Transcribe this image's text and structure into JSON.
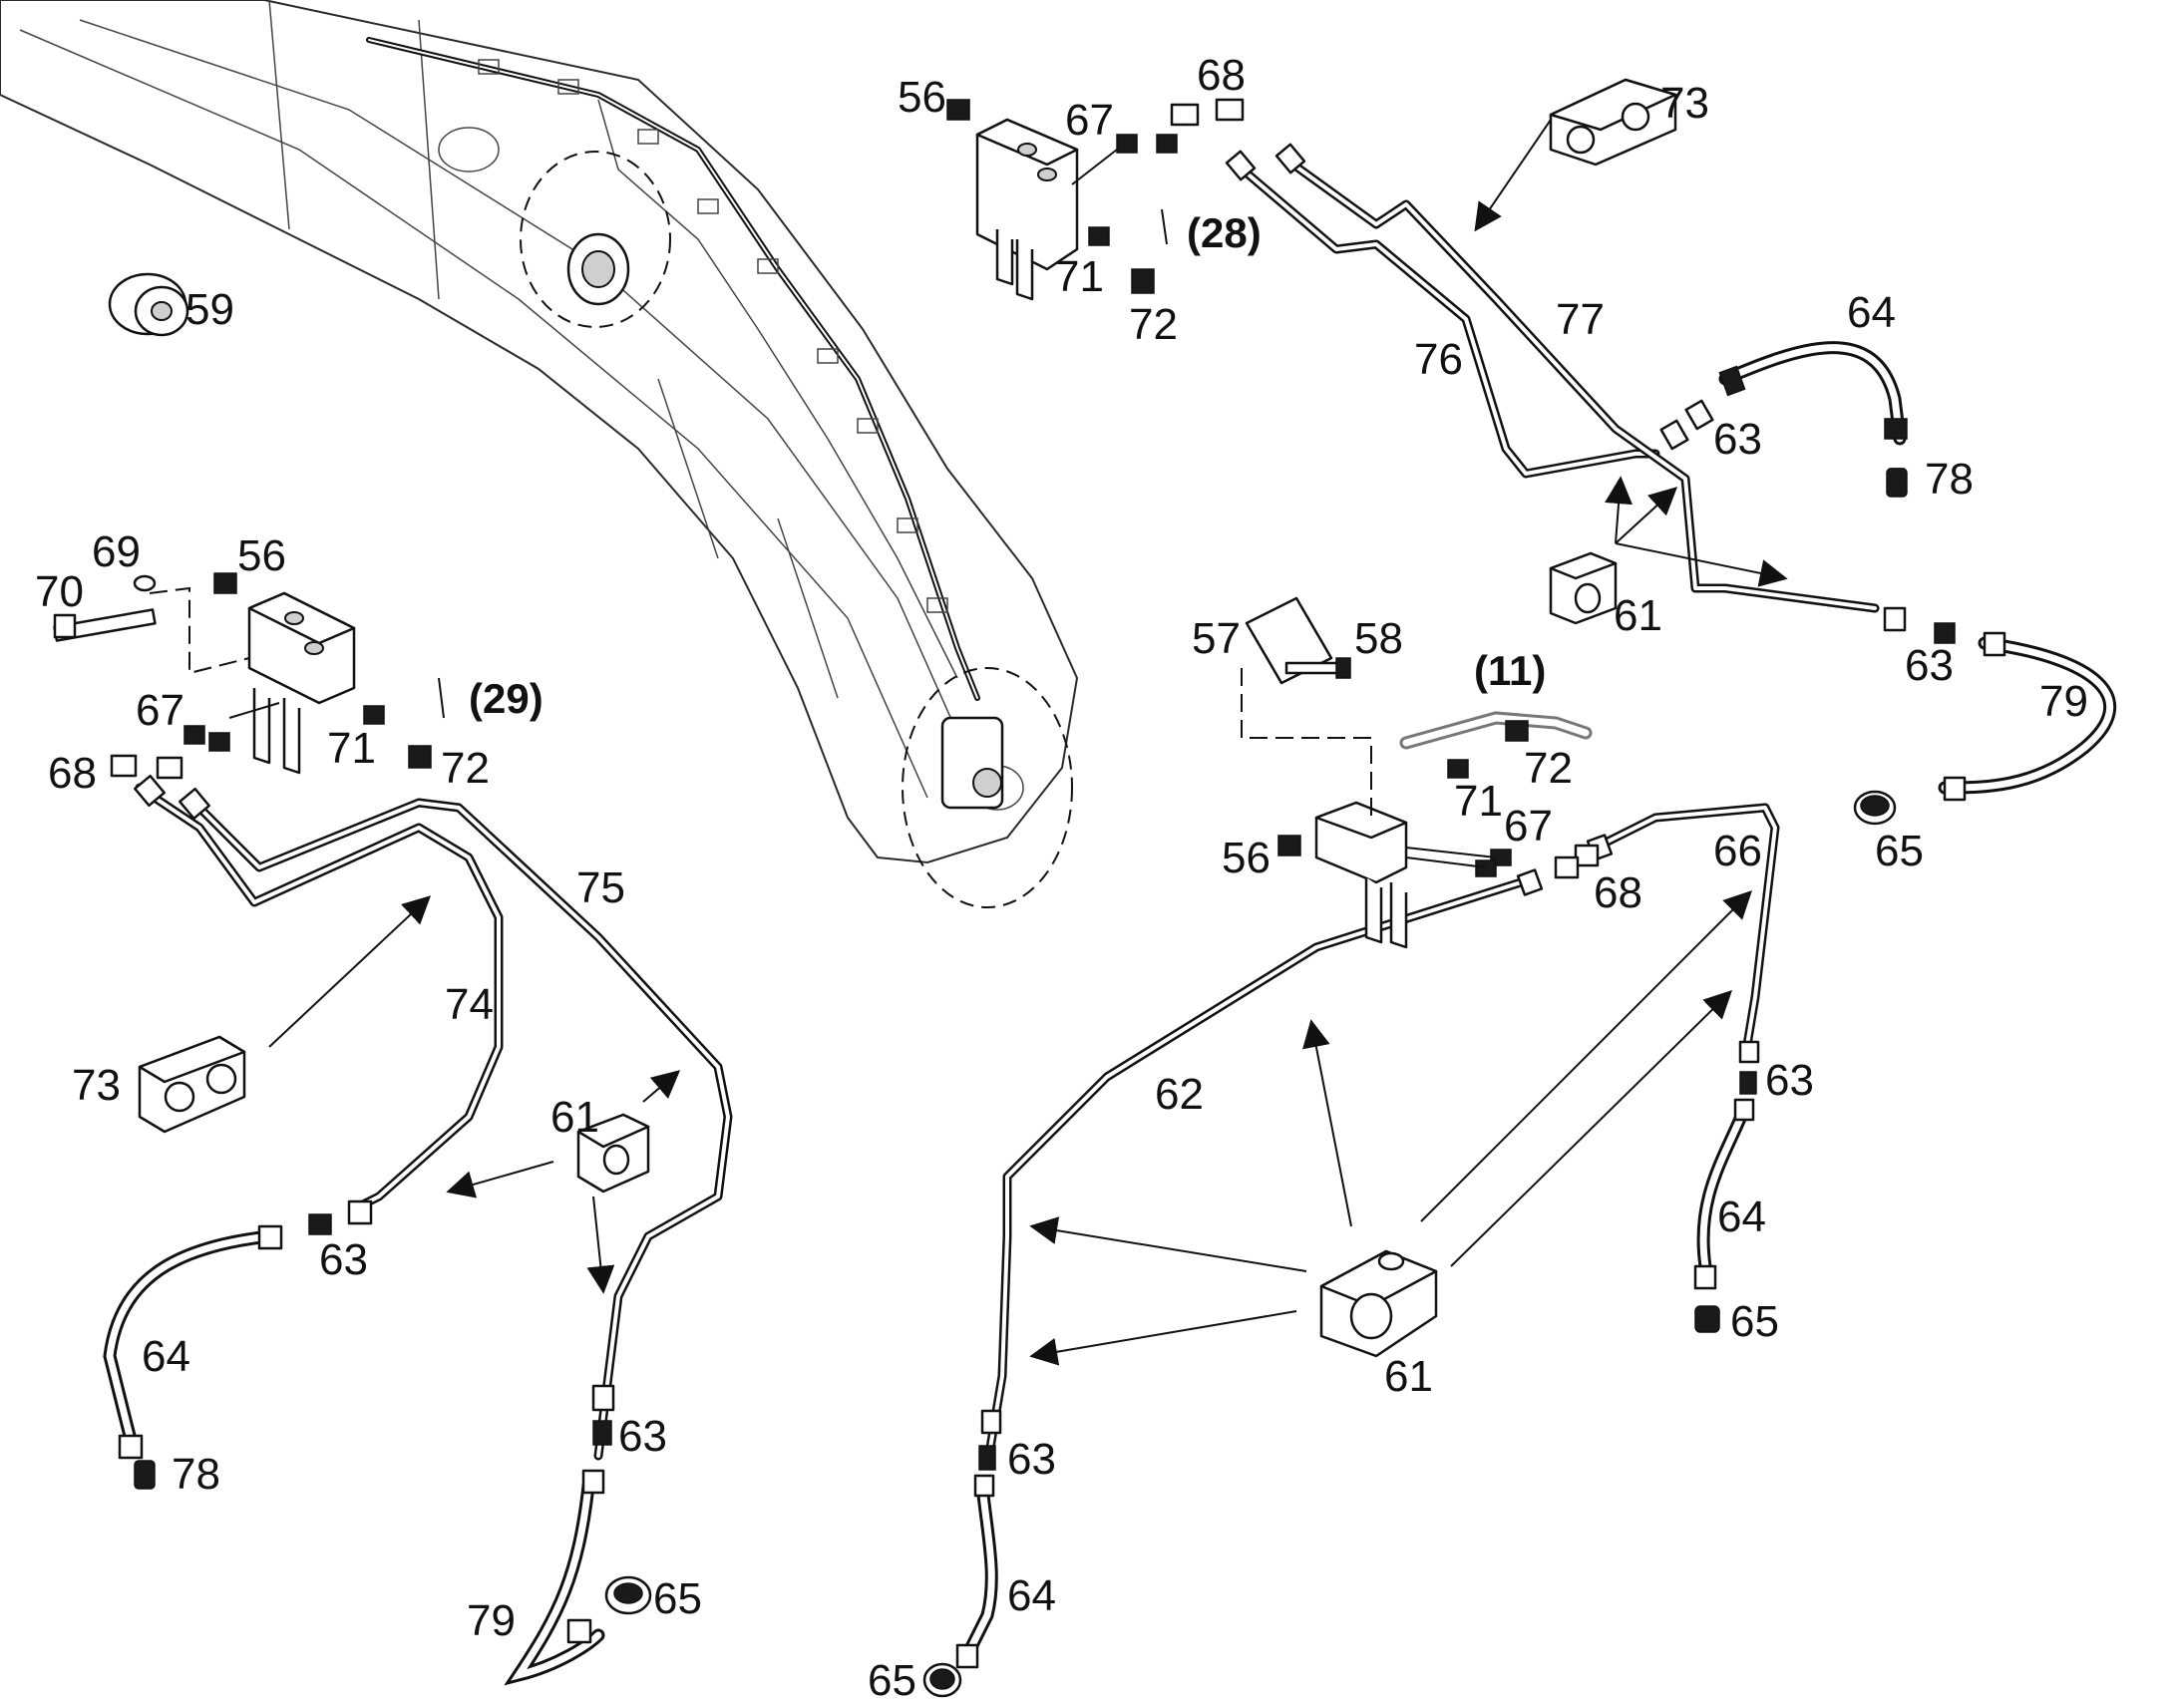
{
  "callouts": {
    "c56_top": "56",
    "c67_top": "67",
    "c68_top": "68",
    "c71_top": "71",
    "c72_top": "72",
    "c28": "(28)",
    "c73_top": "73",
    "c76": "76",
    "c77": "77",
    "c64_tr": "64",
    "c63_tr": "63",
    "c78_tr": "78",
    "c61_tr": "61",
    "c63_tr2": "63",
    "c79_tr": "79",
    "c65_tr": "65",
    "c59": "59",
    "c70": "70",
    "c69": "69",
    "c56_left": "56",
    "c67_left": "67",
    "c71_left": "71",
    "c72_left": "72",
    "c29": "(29)",
    "c68_left": "68",
    "c75": "75",
    "c74": "74",
    "c73_left": "73",
    "c61_left": "61",
    "c63_left": "63",
    "c64_left": "64",
    "c78_left": "78",
    "c63_left2": "63",
    "c79_left": "79",
    "c65_left": "65",
    "c57": "57",
    "c58": "58",
    "c11": "(11)",
    "c71_mid": "71",
    "c72_mid": "72",
    "c67_mid": "67",
    "c56_mid": "56",
    "c68_mid": "68",
    "c66": "66",
    "c62": "62",
    "c63_mr": "63",
    "c64_mr": "64",
    "c65_mr": "65",
    "c61_mid": "61",
    "c63_ml": "63",
    "c64_ml": "64",
    "c65_ml": "65"
  },
  "icons": {
    "boom": "excavator-boom-icon",
    "valve": "hydraulic-valve-block-icon",
    "clamp": "pipe-clamp-icon",
    "plug": "screw-plug-icon",
    "hose": "hydraulic-hose-icon",
    "pipe": "hydraulic-pipe-icon",
    "fitting": "fitting-nut-icon"
  }
}
